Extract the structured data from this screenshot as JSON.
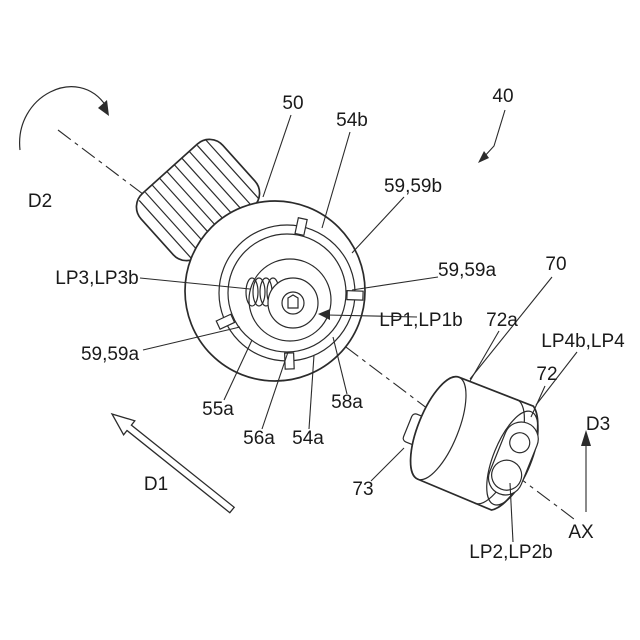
{
  "figure": {
    "kind": "patent-style exploded mechanical drawing of two coaxial cylindrical parts",
    "colors": {
      "line": "#2b2b2b",
      "background": "#ffffff"
    },
    "labels": {
      "d2": "D2",
      "n50": "50",
      "n54b": "54b",
      "n59b": "59,59b",
      "n40": "40",
      "lp3": "LP3,LP3b",
      "n59a_right": "59,59a",
      "n70": "70",
      "lp1": "LP1,LP1b",
      "n72a": "72a",
      "lp4": "LP4b,LP4",
      "n59a_left": "59,59a",
      "n72": "72",
      "d3": "D3",
      "n55a": "55a",
      "n58a": "58a",
      "n56a": "56a",
      "n54a": "54a",
      "n73": "73",
      "d1": "D1",
      "ax": "AX",
      "lp2": "LP2,LP2b"
    }
  }
}
